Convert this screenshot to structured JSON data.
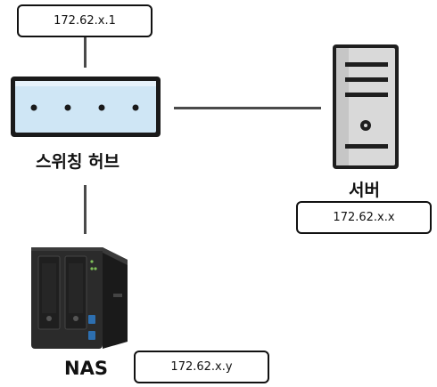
{
  "switch": {
    "label": "스위칭 허브",
    "ip": "172.62.x.1"
  },
  "server": {
    "label": "서버",
    "ip": "172.62.x.x"
  },
  "nas": {
    "label": "NAS",
    "ip": "172.62.x.y"
  },
  "colors": {
    "switch_fill": "#cfe6f5",
    "switch_border": "#1a1a1a",
    "server_light": "#d9d9d9",
    "server_dark": "#b5b5b5",
    "nas_body": "#2b2b2b",
    "line": "#4a4a4a"
  }
}
